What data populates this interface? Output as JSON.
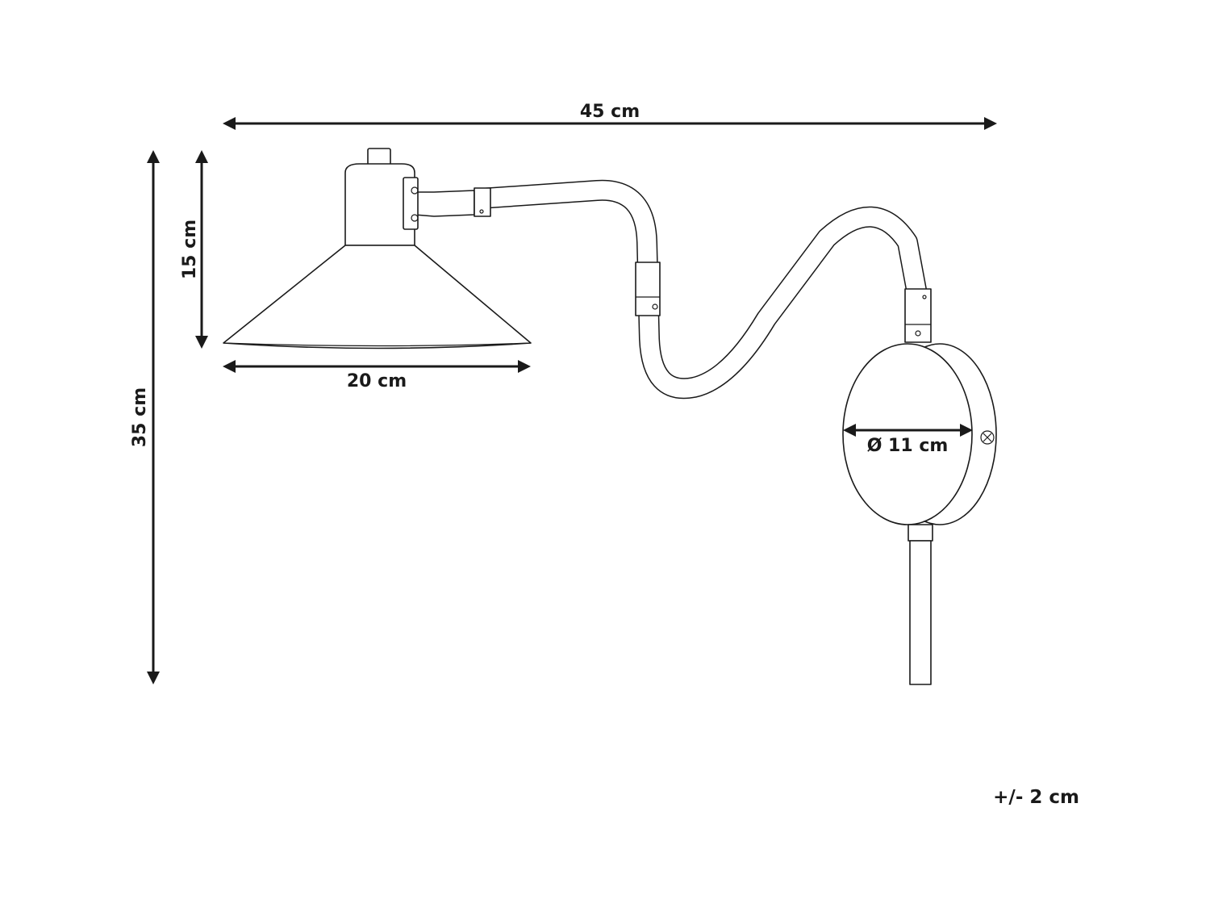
{
  "dimensions": {
    "total_width": "45 cm",
    "total_height": "35 cm",
    "shade_height": "15 cm",
    "shade_width": "20 cm",
    "base_diameter": "Ø 11 cm"
  },
  "tolerance": "+/- 2 cm",
  "colors": {
    "line": "#1a1a1a",
    "background": "#ffffff"
  }
}
